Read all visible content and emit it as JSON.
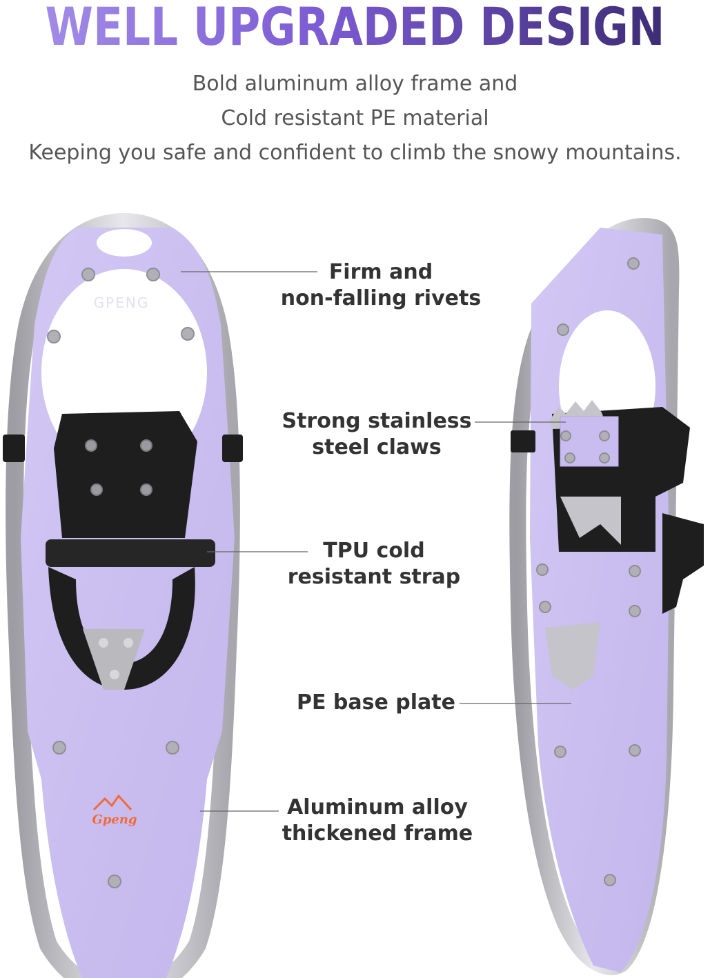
{
  "header": {
    "title": "WELL UPGRADED DESIGN",
    "subtitle_lines": [
      "Bold aluminum alloy frame and",
      "Cold resistant PE material",
      "Keeping you safe and confident to climb the snowy mountains."
    ]
  },
  "callouts": [
    {
      "line1": "Firm and",
      "line2": "non-falling rivets"
    },
    {
      "line1": "Strong stainless",
      "line2": "steel claws"
    },
    {
      "line1": "TPU cold",
      "line2": "resistant strap"
    },
    {
      "line1": "PE base plate",
      "line2": ""
    },
    {
      "line1": "Aluminum alloy",
      "line2": "thickened frame"
    }
  ],
  "product": {
    "deck_logo_text": "GPENG",
    "brand_logo_text": "Gpeng",
    "colors": {
      "deck": "#c9bdf0",
      "frame": "#c8c8cc",
      "strap": "#1e1e1e",
      "brand": "#f26a3a"
    }
  }
}
